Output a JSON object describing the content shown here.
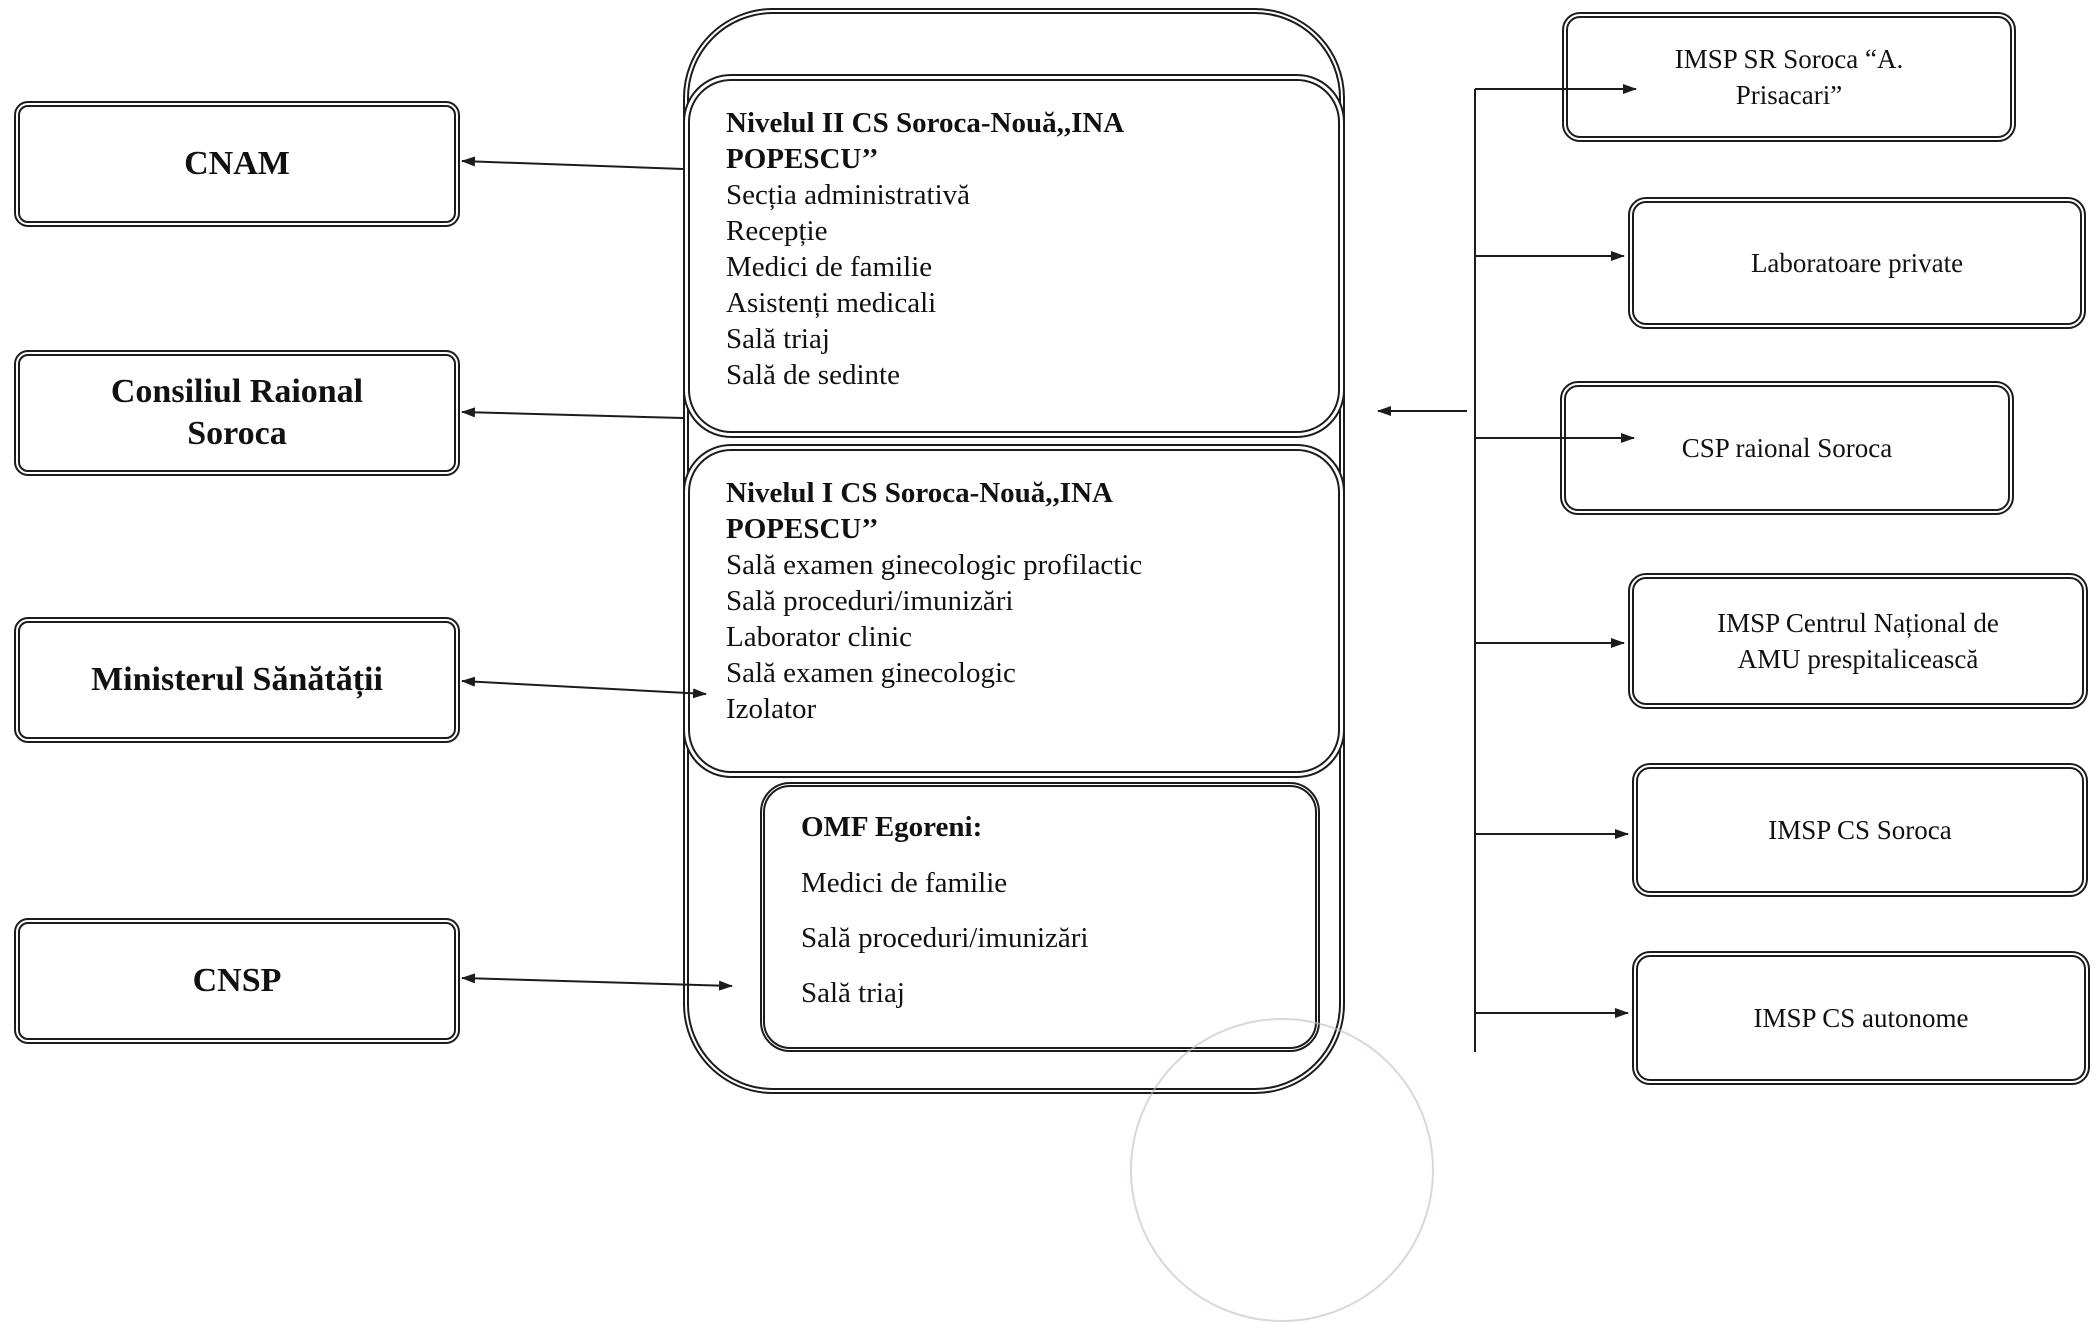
{
  "left_boxes": [
    {
      "id": "cnam",
      "lines": [
        "CNAM"
      ]
    },
    {
      "id": "consiliul",
      "lines": [
        "Consiliul Raional",
        "Soroca"
      ]
    },
    {
      "id": "ministerul",
      "lines": [
        "Ministerul Sănătății"
      ]
    },
    {
      "id": "cnsp",
      "lines": [
        "CNSP"
      ]
    }
  ],
  "center": {
    "level2": {
      "title": [
        "Nivelul II  CS Soroca-Nouă,,INA",
        "POPESCU’’"
      ],
      "items": [
        "Secția administrativă",
        "Recepție",
        "Medici de familie",
        "Asistenți medicali",
        "Sală triaj",
        "Sală de sedinte"
      ]
    },
    "level1": {
      "title": [
        "Nivelul I   CS Soroca-Nouă,,INA",
        "POPESCU’’"
      ],
      "items": [
        "Sală examen ginecologic profilactic",
        "Sală proceduri/imunizări",
        "Laborator clinic",
        "Sală examen ginecologic",
        "Izolator"
      ]
    },
    "omf": {
      "title": "OMF Egoreni:",
      "items": [
        "Medici de familie",
        "Sală proceduri/imunizări",
        "Sală triaj"
      ]
    }
  },
  "right_boxes": [
    {
      "id": "imsp-sr-soroca",
      "lines": [
        "IMSP SR Soroca “A.",
        "Prisacari”"
      ]
    },
    {
      "id": "laboratoare-private",
      "lines": [
        "Laboratoare private"
      ]
    },
    {
      "id": "csp-raional",
      "lines": [
        "CSP raional Soroca"
      ]
    },
    {
      "id": "imsp-cn-amu",
      "lines": [
        "IMSP Centrul Național de",
        "AMU prespitalicească"
      ]
    },
    {
      "id": "imsp-cs-soroca",
      "lines": [
        "IMSP CS Soroca"
      ]
    },
    {
      "id": "imsp-cs-autonome",
      "lines": [
        "IMSP CS autonome"
      ]
    }
  ],
  "colors": {
    "line": "#1c1c1c",
    "stamp": "#c9b9be"
  }
}
